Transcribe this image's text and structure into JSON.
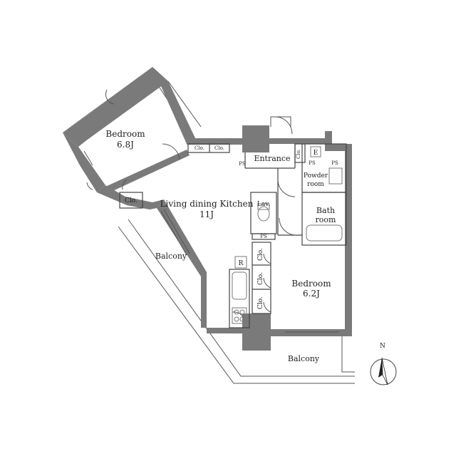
{
  "plan": {
    "rooms": {
      "bedroom_nw": {
        "name": "Bedroom",
        "size": "6.8J"
      },
      "ldk": {
        "name": "Living dining Kitchen",
        "size": "11J"
      },
      "bedroom_se": {
        "name": "Bedroom",
        "size": "6.2J"
      },
      "entrance": "Entrance",
      "powder": {
        "line1": "Powder",
        "line2": "room"
      },
      "bath": {
        "line1": "Bath",
        "line2": "room"
      },
      "lav": "Lav."
    },
    "closets": {
      "clo_top_1": "Clo.",
      "clo_top_2": "Clo.",
      "clo_side": "Clo.",
      "clo_entrance": "Clo.",
      "clo_bed_1": "Clo.",
      "clo_bed_2": "Clo.",
      "clo_bed_3": "Clo."
    },
    "balconies": {
      "west": "Balcony",
      "south": "Balcony"
    },
    "markers": {
      "ps_1": "PS",
      "ps_2": "PS",
      "ps_3": "PS",
      "ps_4": "PS",
      "refrigerator": "R",
      "elevator": "E",
      "compass": "N"
    },
    "colors": {
      "wall": "#7a7a7a",
      "line": "#444444",
      "fixture": "#777777"
    }
  }
}
